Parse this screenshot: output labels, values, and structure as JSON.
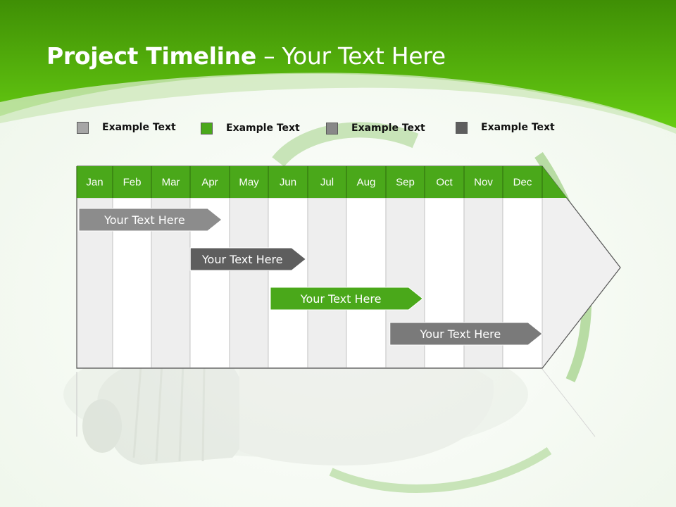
{
  "title": {
    "bold": "Project Timeline",
    "separator": " – ",
    "rest": "Your Text Here"
  },
  "legend": [
    {
      "label": "Example Text",
      "color": "#a6a6a6"
    },
    {
      "label": "Example Text",
      "color": "#4aa81a"
    },
    {
      "label": "Example Text",
      "color": "#888888"
    },
    {
      "label": "Example Text",
      "color": "#5e5e5e"
    }
  ],
  "colors": {
    "header_green": "#4aa81a",
    "band_top": "#4a9a08",
    "band_bottom": "#66cc11",
    "shaded_column": "#eeeeee",
    "plain_column": "#ffffff",
    "column_border": "#bbbbbb"
  },
  "months": [
    "Jan",
    "Feb",
    "Mar",
    "Apr",
    "May",
    "Jun",
    "Jul",
    "Aug",
    "Sep",
    "Oct",
    "Nov",
    "Dec"
  ],
  "tasks": [
    {
      "label": "Your  Text Here",
      "start_month": 1,
      "end_month": 4.8,
      "color": "#8c8c8c"
    },
    {
      "label": "Your  Text Here",
      "start_month": 3.95,
      "end_month": 6.95,
      "color": "#5e5e5e"
    },
    {
      "label": "Your  Text Here",
      "start_month": 6.0,
      "end_month": 9.95,
      "color": "#4aa81a"
    },
    {
      "label": "Your  Text Here",
      "start_month": 9.05,
      "end_month": 13.0,
      "color": "#7a7a7a"
    }
  ]
}
